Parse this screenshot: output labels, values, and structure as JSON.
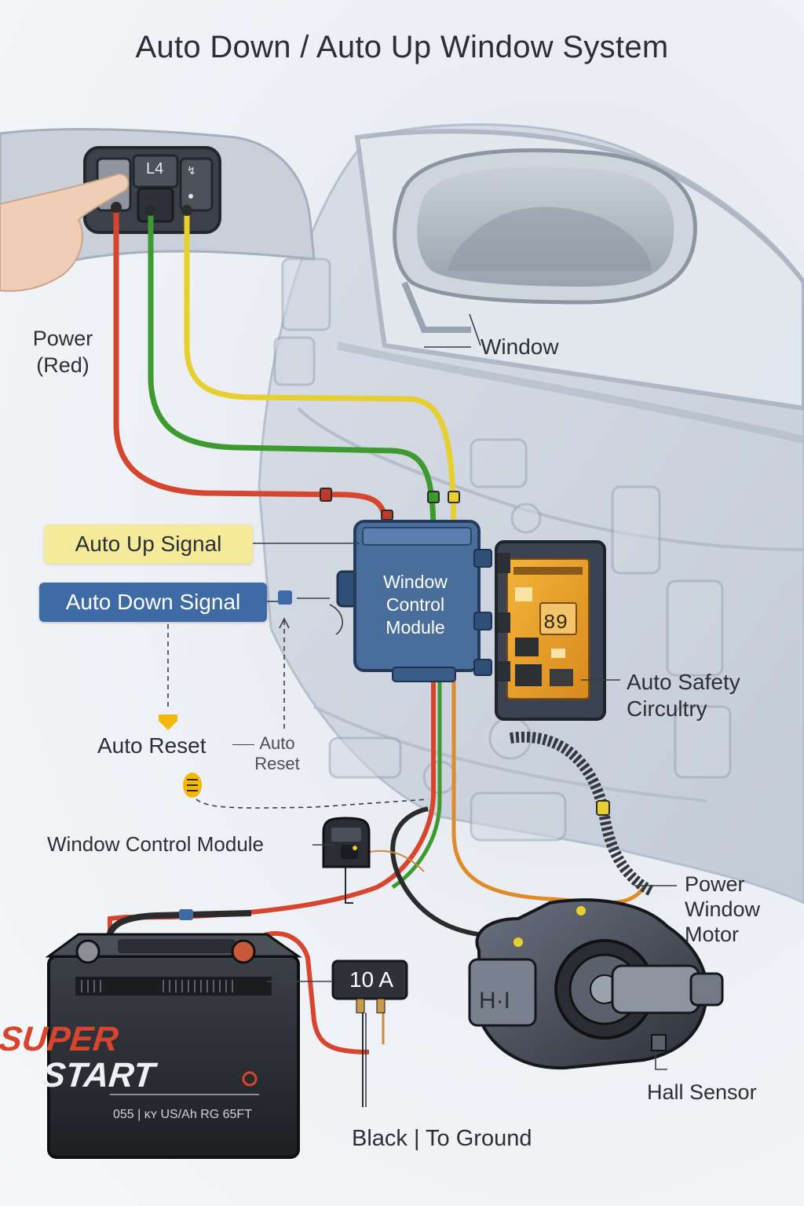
{
  "title": "Auto Down / Auto Up Window System",
  "switch_panel": {
    "button_label": "L4"
  },
  "labels": {
    "power_line1": "Power",
    "power_line2": "(Red)",
    "window": "Window",
    "auto_up_signal": "Auto Up Signal",
    "auto_down_signal": "Auto Down Signal",
    "module_line1": "Window",
    "module_line2": "Control",
    "module_line3": "Module",
    "auto_safety_line1": "Auto Safety",
    "auto_safety_line2": "Circultry",
    "auto_reset": "Auto Reset",
    "auto_reset_small_line1": "Auto",
    "auto_reset_small_line2": "Reset",
    "relay_label": "Window Control Module",
    "motor_line1": "Power",
    "motor_line2": "Window",
    "motor_line3": "Motor",
    "hall_sensor": "Hall Sensor",
    "ground": "Black | To Ground",
    "fuse": "10 A",
    "circuit_board_display": "89"
  },
  "battery": {
    "brand_line1": "SUPER",
    "brand_line2": "START",
    "model_text": "055 | ᴋʏ US/Ah RG 65FT"
  },
  "wire_colors": {
    "power": "#d8452f",
    "auto_down": "#3c9a2f",
    "auto_up": "#e6cf2e",
    "ground": "#2b2b2b"
  }
}
